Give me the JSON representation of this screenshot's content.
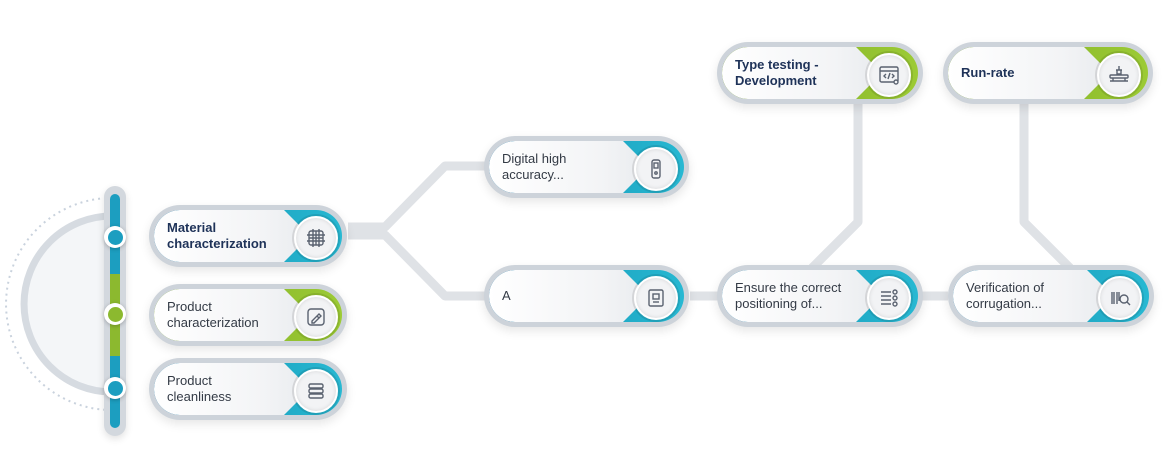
{
  "colors": {
    "blue": "#1fa8c4",
    "green": "#8fbd2e",
    "connector": "#dfe2e6",
    "text_dark": "#1e3258"
  },
  "categories": [
    {
      "label": "Material\ncharacterization",
      "color": "blue",
      "icon": "chip-grid-icon"
    },
    {
      "label": "Product\ncharacterization",
      "color": "green",
      "icon": "ruler-pencil-icon"
    },
    {
      "label": "Product\ncleanliness",
      "color": "blue",
      "icon": "stack-layers-icon"
    }
  ],
  "nodes": {
    "digital": {
      "label": "Digital high\naccuracy...",
      "icon": "device-icon"
    },
    "a": {
      "label": "A",
      "icon": "panel-icon"
    },
    "ensure": {
      "label": "Ensure the correct\npositioning of...",
      "icon": "list-settings-icon"
    },
    "verification": {
      "label": "Verification of\ncorrugation...",
      "icon": "barcode-search-icon"
    },
    "type_testing": {
      "label": "Type testing -\nDevelopment",
      "icon": "code-window-icon"
    },
    "run_rate": {
      "label": "Run-rate",
      "icon": "production-line-icon"
    }
  }
}
